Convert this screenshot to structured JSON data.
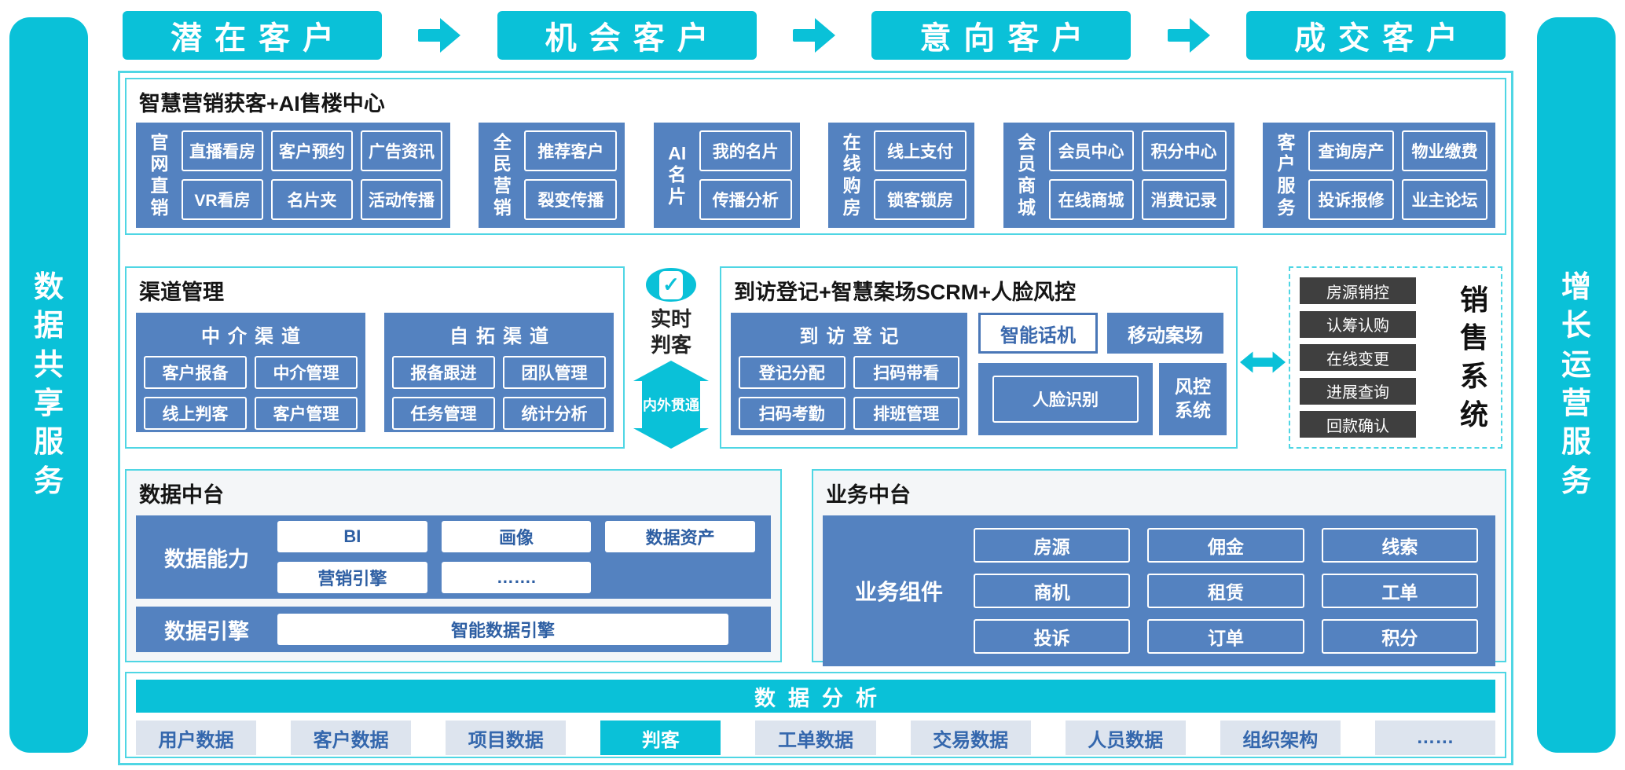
{
  "colors": {
    "cyan": "#0ac1d8",
    "cyan_border": "#4fd6e4",
    "blue": "#5482c0",
    "dark_item": "#3f3f3f",
    "chip_bg": "#dde4ee",
    "chip_text": "#3467ad"
  },
  "icons": {
    "check": "✓"
  },
  "sidebars": {
    "left": "数\n据\n共\n享\n服\n务",
    "right": "增\n长\n运\n营\n服\n务"
  },
  "funnel": {
    "stages": [
      "潜在客户",
      "机会客户",
      "意向客户",
      "成交客户"
    ]
  },
  "marketing": {
    "title": "智慧营销获客+AI售楼中心",
    "blocks": [
      {
        "label": "官\n网\n直\n销",
        "items": [
          "直播看房",
          "客户预约",
          "广告资讯",
          "VR看房",
          "名片夹",
          "活动传播"
        ]
      },
      {
        "label": "全\n民\n营\n销",
        "items": [
          "推荐客户",
          "裂变传播"
        ]
      },
      {
        "label": "AI\n名\n片",
        "items": [
          "我的名片",
          "传播分析"
        ]
      },
      {
        "label": "在\n线\n购\n房",
        "items": [
          "线上支付",
          "锁客锁房"
        ]
      },
      {
        "label": "会\n员\n商\n城",
        "items": [
          "会员中心",
          "积分中心",
          "在线商城",
          "消费记录"
        ]
      },
      {
        "label": "客\n户\n服\n务",
        "items": [
          "查询房产",
          "物业缴费",
          "投诉报修",
          "业主论坛"
        ]
      }
    ]
  },
  "channel": {
    "title": "渠道管理",
    "groups": [
      {
        "title": "中介渠道",
        "items": [
          "客户报备",
          "中介管理",
          "线上判客",
          "客户管理"
        ]
      },
      {
        "title": "自拓渠道",
        "items": [
          "报备跟进",
          "团队管理",
          "任务管理",
          "统计分析"
        ]
      }
    ]
  },
  "connector": {
    "realtime": "实时\n判客",
    "through": "内外贯通"
  },
  "visit": {
    "title": "到访登记+智慧案场SCRM+人脸风控",
    "register": {
      "title": "到访登记",
      "items": [
        "登记分配",
        "扫码带看",
        "扫码考勤",
        "排班管理"
      ]
    },
    "smart_phone": "智能话机",
    "mobile_site": "移动案场",
    "face_id": "人脸识别",
    "risk": "风控\n系统"
  },
  "sales": {
    "title": "销\n售\n系\n统",
    "items": [
      "房源销控",
      "认筹认购",
      "在线变更",
      "进展查询",
      "回款确认"
    ]
  },
  "data_platform": {
    "title": "数据中台",
    "ability_label": "数据能力",
    "ability_items": [
      "BI",
      "画像",
      "数据资产",
      "营销引擎",
      "……."
    ],
    "engine_label": "数据引擎",
    "engine_item": "智能数据引擎"
  },
  "biz_platform": {
    "title": "业务中台",
    "label": "业务组件",
    "items": [
      "房源",
      "佣金",
      "线索",
      "商机",
      "租赁",
      "工单",
      "投诉",
      "订单",
      "积分"
    ]
  },
  "analysis": {
    "title": "数据分析",
    "items": [
      "用户数据",
      "客户数据",
      "项目数据",
      "判客",
      "工单数据",
      "交易数据",
      "人员数据",
      "组织架构",
      "……"
    ],
    "active": "判客"
  }
}
